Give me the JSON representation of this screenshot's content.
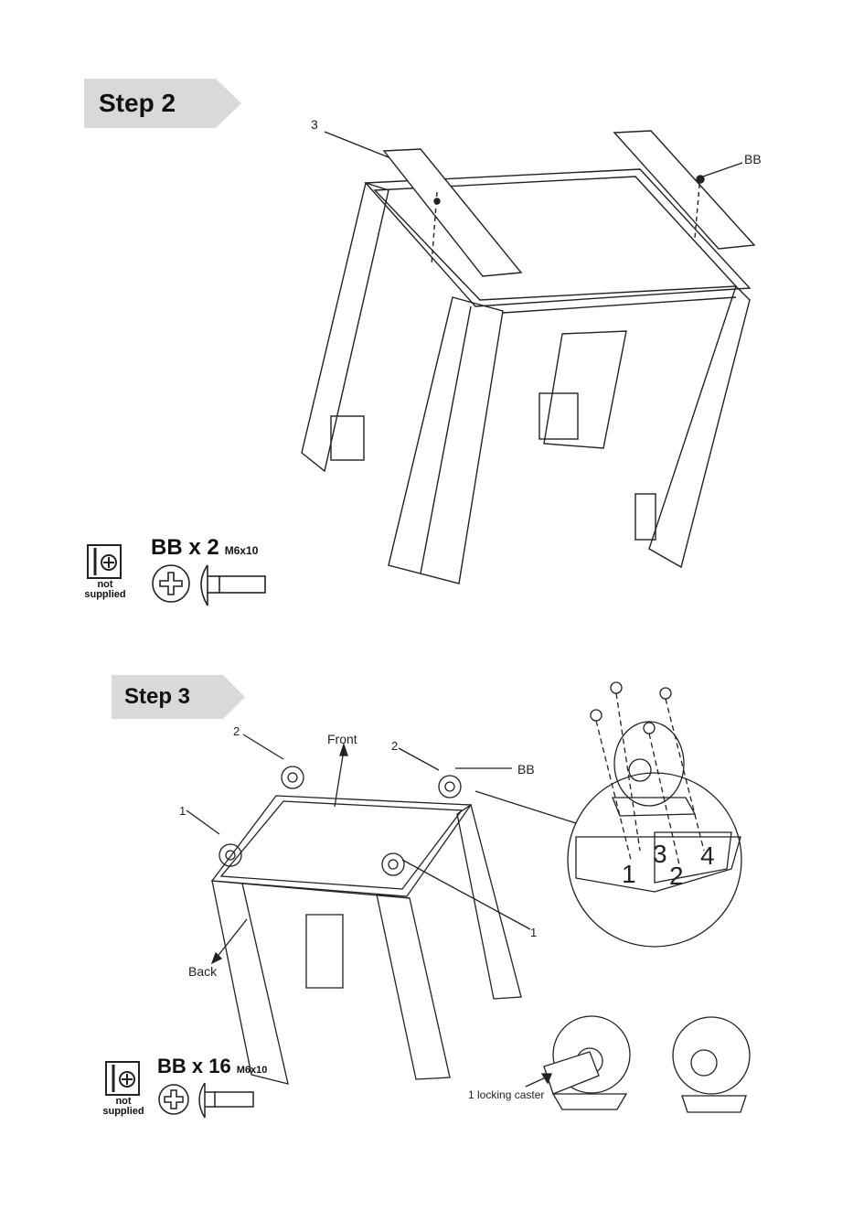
{
  "step2": {
    "title": "Step 2",
    "callouts": {
      "part3": "3",
      "bb": "BB"
    },
    "tools": {
      "not_supplied_line1": "not",
      "not_supplied_line2": "supplied"
    },
    "hardware": {
      "qty": "BB x 2",
      "spec": "M6x10"
    }
  },
  "step3": {
    "title": "Step 3",
    "callouts": {
      "front": "Front",
      "back": "Back",
      "bb": "BB",
      "num2_left": "2",
      "num2_right": "2",
      "num1_left": "1",
      "num1_right": "1"
    },
    "detail_hole_numbers": [
      "1",
      "3",
      "2",
      "4"
    ],
    "locking_caster": "1 locking caster",
    "tools": {
      "not_supplied_line1": "not",
      "not_supplied_line2": "supplied"
    },
    "hardware": {
      "qty": "BB x 16",
      "spec": "M6x10"
    }
  },
  "icons": [
    "screwdriver-icon",
    "phillips-head-icon",
    "bolt-icon",
    "caster-icon"
  ],
  "colors": {
    "banner": "#d9d9d9",
    "line": "#222222"
  }
}
